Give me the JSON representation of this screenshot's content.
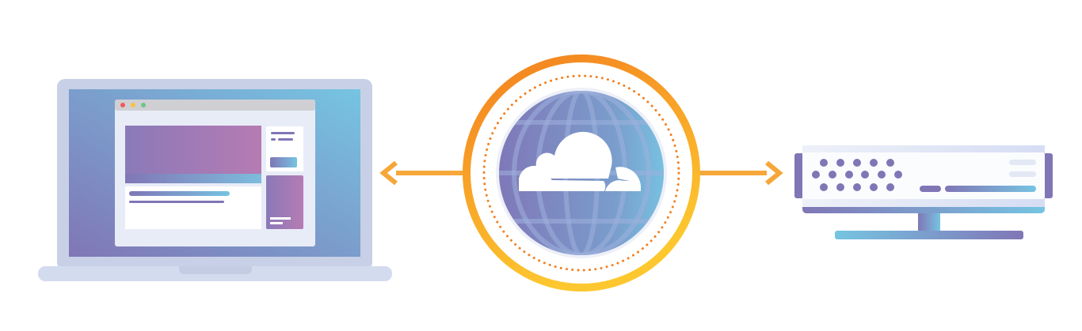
{
  "diagram": {
    "nodes": [
      {
        "id": "client",
        "icon": "laptop-icon"
      },
      {
        "id": "network",
        "icon": "cloudflare-globe-icon"
      },
      {
        "id": "origin",
        "icon": "server-icon"
      }
    ],
    "edges": [
      {
        "from": "network",
        "to": "client",
        "direction": "left"
      },
      {
        "from": "network",
        "to": "origin",
        "direction": "right"
      }
    ]
  },
  "colors": {
    "purple": "#8076b6",
    "cyan": "#76c4e2",
    "orange": "#f38020",
    "yellow": "#fdc82f",
    "arrow": "#f6a73a",
    "bezel": "#c5cee4"
  }
}
